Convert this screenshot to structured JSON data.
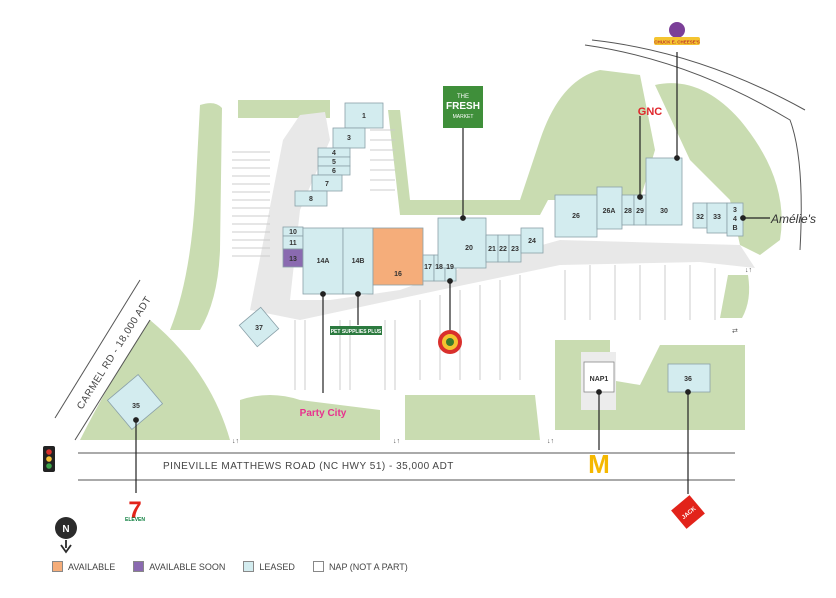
{
  "map": {
    "road_main": "PINEVILLE MATTHEWS ROAD (NC HWY 51) - 35,000 ADT",
    "road_side": "CARMEL RD - 18,000 ADT",
    "north": "N",
    "colors": {
      "green": "#c9dcb1",
      "parking": "#e6e6e6",
      "leased": "#d3ecef",
      "available": "#f5ad7a",
      "available_soon": "#8a6ab0",
      "nap": "#ffffff",
      "building_stroke": "#8aa0a8"
    }
  },
  "units": [
    {
      "id": "1",
      "status": "leased"
    },
    {
      "id": "3",
      "status": "leased"
    },
    {
      "id": "4",
      "status": "leased"
    },
    {
      "id": "5",
      "status": "leased"
    },
    {
      "id": "6",
      "status": "leased"
    },
    {
      "id": "7",
      "status": "leased"
    },
    {
      "id": "8",
      "status": "leased"
    },
    {
      "id": "10",
      "status": "leased"
    },
    {
      "id": "11",
      "status": "leased"
    },
    {
      "id": "13",
      "status": "available_soon"
    },
    {
      "id": "14A",
      "status": "leased"
    },
    {
      "id": "14B",
      "status": "leased"
    },
    {
      "id": "16",
      "status": "available"
    },
    {
      "id": "17",
      "status": "leased"
    },
    {
      "id": "18",
      "status": "leased"
    },
    {
      "id": "19",
      "status": "leased"
    },
    {
      "id": "20",
      "status": "leased"
    },
    {
      "id": "21",
      "status": "leased"
    },
    {
      "id": "22",
      "status": "leased"
    },
    {
      "id": "23",
      "status": "leased"
    },
    {
      "id": "24",
      "status": "leased"
    },
    {
      "id": "26",
      "status": "leased"
    },
    {
      "id": "26A",
      "status": "leased"
    },
    {
      "id": "28",
      "status": "leased"
    },
    {
      "id": "29",
      "status": "leased"
    },
    {
      "id": "30",
      "status": "leased"
    },
    {
      "id": "32",
      "status": "leased"
    },
    {
      "id": "33",
      "status": "leased"
    },
    {
      "id": "3",
      "status": "leased"
    },
    {
      "id": "4",
      "status": "leased"
    },
    {
      "id": "B",
      "status": "leased"
    },
    {
      "id": "35",
      "status": "leased"
    },
    {
      "id": "36",
      "status": "leased"
    },
    {
      "id": "37",
      "status": "leased"
    },
    {
      "id": "NAP1",
      "status": "nap"
    }
  ],
  "tenant_logos": {
    "fresh_market": [
      "THE",
      "FRESH",
      "MARKET"
    ],
    "gnc": "GNC",
    "chuck_e_cheese": "CHUCK E. CHEESE'S",
    "amelies": "Amélie's",
    "pet_supplies_plus": "PET SUPPLIES PLUS",
    "party_city": "Party City",
    "seven_eleven": "ELEVEN",
    "mcdonalds": "M",
    "jack_in_the_box_style": "JACK"
  },
  "legend": [
    {
      "label": "AVAILABLE",
      "color": "#f5ad7a"
    },
    {
      "label": "AVAILABLE SOON",
      "color": "#8a6ab0"
    },
    {
      "label": "LEASED",
      "color": "#d3ecef"
    },
    {
      "label": "NAP (NOT A PART)",
      "color": "#ffffff"
    }
  ]
}
